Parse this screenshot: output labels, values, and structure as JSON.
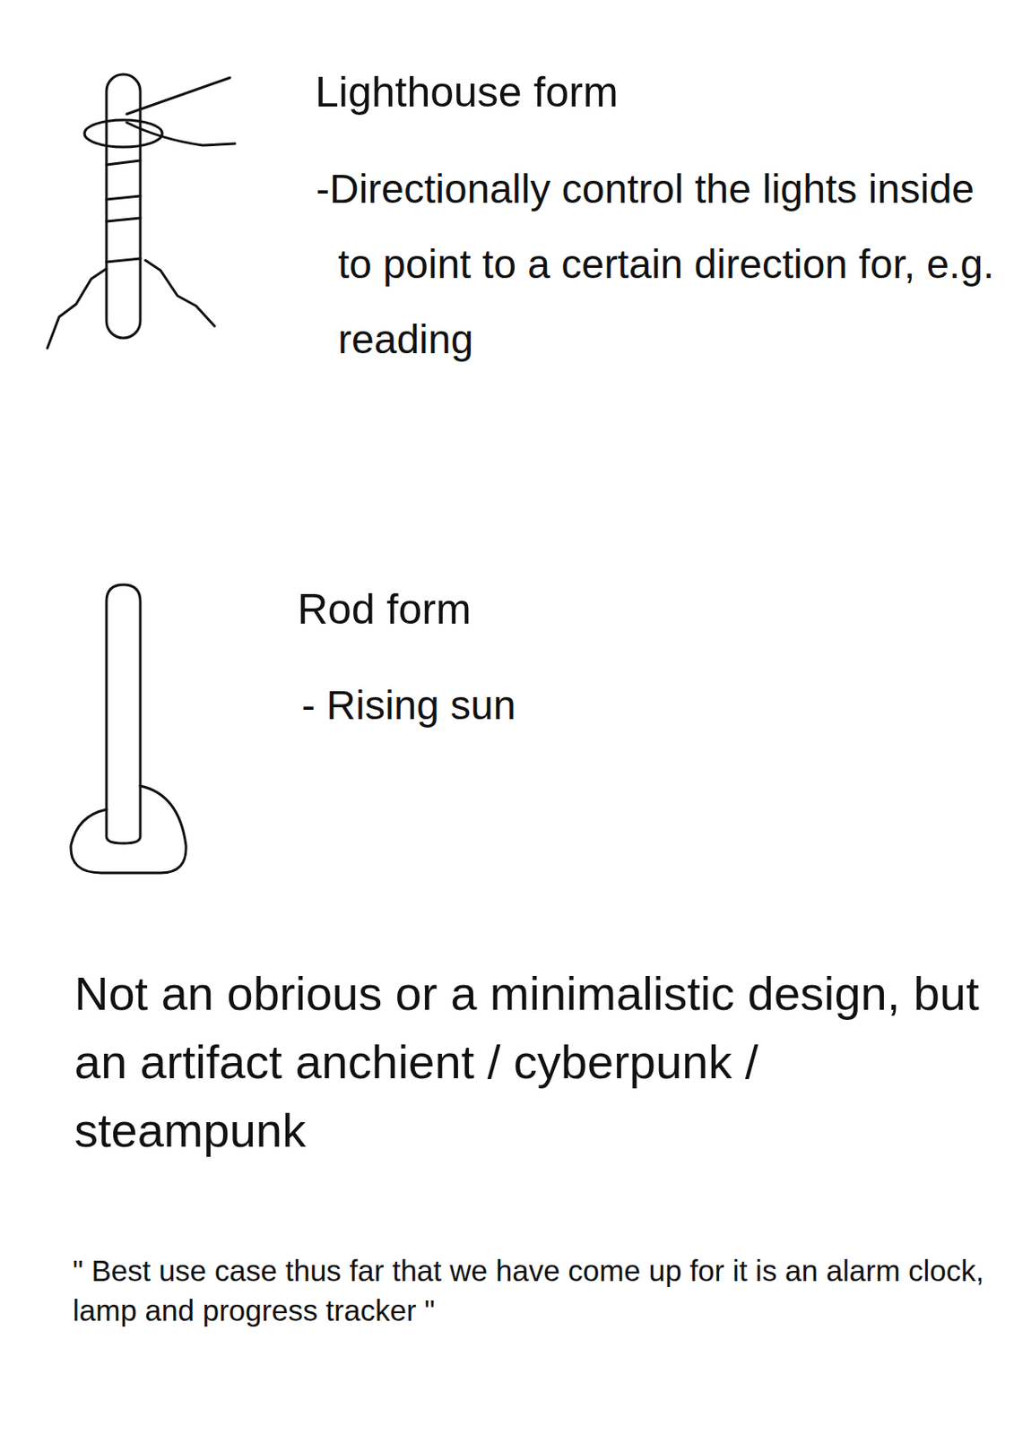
{
  "diagram": {
    "labels": [
      "Lighthouse form",
      "-Directionally control the lights inside to point to a certain direction for, e.g. reading",
      "Rod form",
      "- Rising sun",
      "Not an obrious or a minimalistic design, but an artifact anchient / cyberpunk / steampunk",
      "\" Best use case thus far that we have come up for it is an alarm clock, lamp and progress tracker \""
    ]
  }
}
